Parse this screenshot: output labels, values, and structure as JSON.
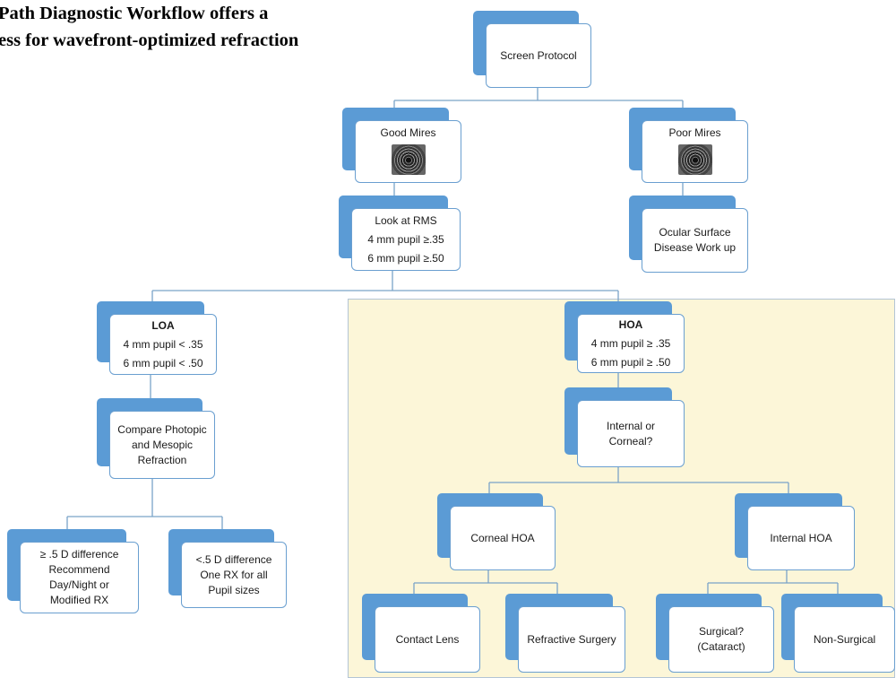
{
  "heading": {
    "line1": "Path Diagnostic Workflow offers a",
    "line2": "ess for wavefront-optimized refraction"
  },
  "nodes": {
    "screen_protocol": [
      "Screen Protocol"
    ],
    "good_mires": [
      "Good Mires"
    ],
    "poor_mires": [
      "Poor Mires"
    ],
    "look_at_rms": [
      "Look at RMS",
      "4 mm pupil ≥.35",
      "6 mm pupil ≥.50"
    ],
    "ocular_surface": [
      "Ocular Surface",
      "Disease Work up"
    ],
    "loa": [
      "LOA",
      "4 mm pupil < .35",
      "6 mm pupil < .50"
    ],
    "hoa": [
      "HOA",
      "4 mm pupil ≥ .35",
      "6 mm pupil ≥ .50"
    ],
    "compare": [
      "Compare Photopic",
      "and Mesopic",
      "Refraction"
    ],
    "internal_or_corneal": [
      "Internal or",
      "Corneal?"
    ],
    "ge_5d": [
      "≥ .5 D difference",
      "Recommend",
      "Day/Night or",
      "Modified RX"
    ],
    "lt_5d": [
      "<.5 D difference",
      "One RX for all",
      "Pupil sizes"
    ],
    "corneal_hoa": [
      "Corneal HOA"
    ],
    "internal_hoa": [
      "Internal HOA"
    ],
    "contact_lens": [
      "Contact Lens"
    ],
    "refractive_surgery": [
      "Refractive Surgery"
    ],
    "surgical": [
      "Surgical?",
      "(Cataract)"
    ],
    "non_surgical": [
      "Non-Surgical"
    ]
  },
  "colors": {
    "node_back": "#5b9bd5",
    "node_border": "#6a9fd0",
    "connector": "#7aa3c8",
    "hoa_panel": "#fcf6d8"
  }
}
